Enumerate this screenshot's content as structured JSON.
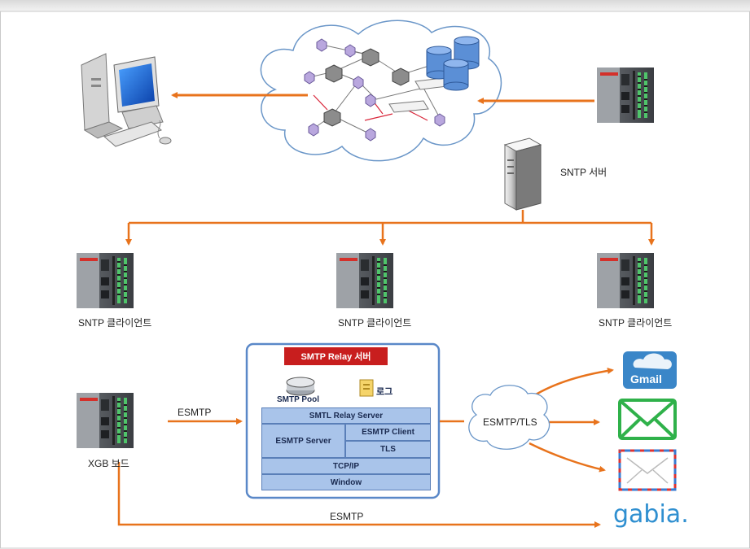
{
  "labels": {
    "sntp_server": "SNTP 서버",
    "sntp_client_1": "SNTP 클라이언트",
    "sntp_client_2": "SNTP 클라이언트",
    "sntp_client_3": "SNTP 클라이언트",
    "xgb_board": "XGB 보드",
    "esmtp_top": "ESMTP",
    "esmtp_bottom": "ESMTP",
    "esmtp_tls": "ESMTP/TLS",
    "gabia": "gabia.",
    "gmail": "Gmail"
  },
  "relay": {
    "title": "SMTP Relay 서버",
    "pool": "SMTP Pool",
    "log": "로그",
    "relay_server": "SMTL Relay Server",
    "esmtp_server": "ESMTP Server",
    "esmtp_client": "ESMTP Client",
    "tls": "TLS",
    "tcpip": "TCP/IP",
    "window": "Window"
  },
  "colors": {
    "arrow": "#e8731c",
    "panel_border": "#5a88c8",
    "stack": "#a9c4ea",
    "title_bg": "#c81e1e"
  },
  "icons": [
    "desktop-computer-icon",
    "network-cloud-icon",
    "database-icon",
    "plc-module-icon",
    "server-tower-icon",
    "gmail-icon",
    "mail-envelope-icon",
    "airmail-envelope-icon",
    "log-file-icon",
    "smtp-pool-disk-icon"
  ]
}
